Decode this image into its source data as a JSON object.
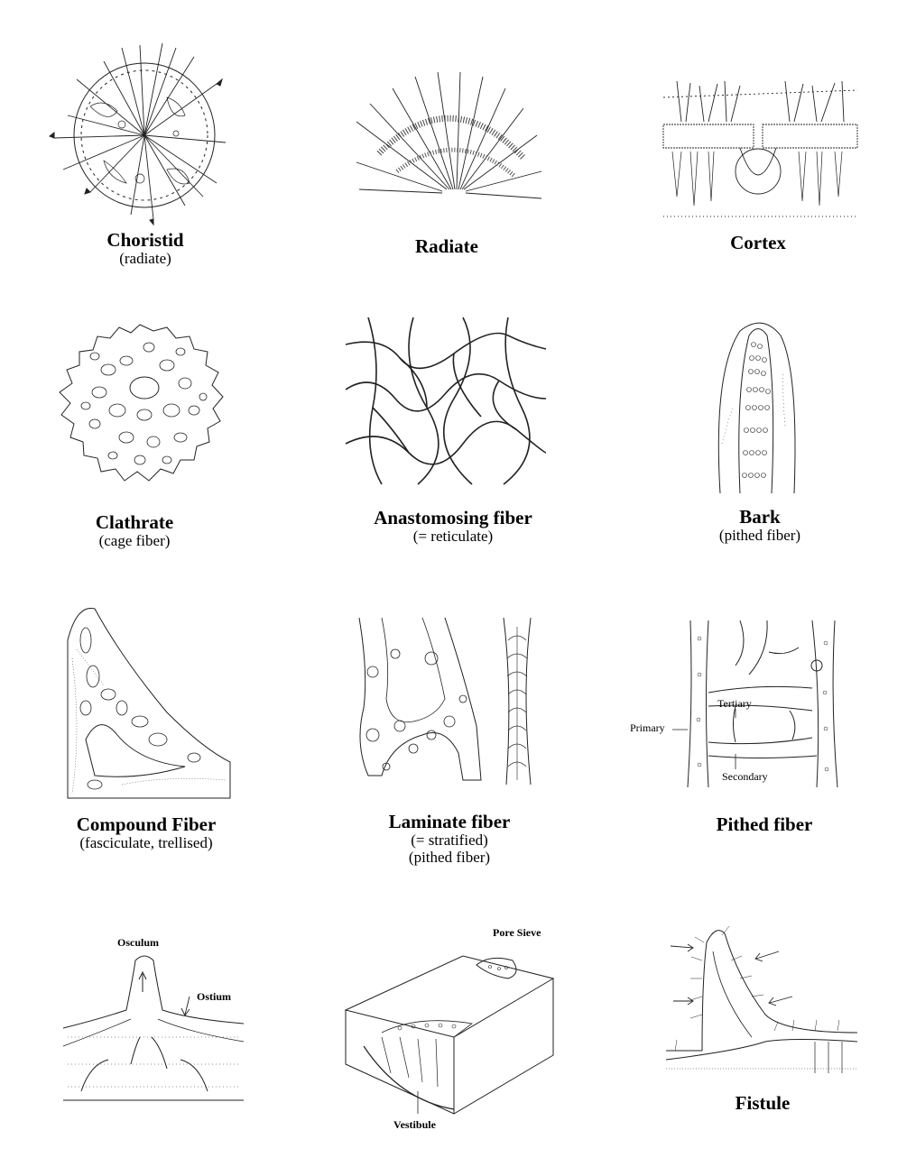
{
  "panels": {
    "choristid": {
      "title": "Choristid",
      "subtitle": "(radiate)"
    },
    "radiate": {
      "title": "Radiate"
    },
    "cortex": {
      "title": "Cortex"
    },
    "clathrate": {
      "title": "Clathrate",
      "subtitle": "(cage fiber)"
    },
    "anastomosing": {
      "title": "Anastomosing fiber",
      "subtitle": "(= reticulate)"
    },
    "bark": {
      "title": "Bark",
      "subtitle": "(pithed fiber)"
    },
    "compound": {
      "title": "Compound Fiber",
      "subtitle": "(fasciculate, trellised)"
    },
    "laminate": {
      "title": "Laminate fiber",
      "subtitle": "(= stratified)",
      "subtitle2": "(pithed fiber)"
    },
    "pithed": {
      "title": "Pithed fiber",
      "labels": {
        "primary": "Primary",
        "tertiary": "Tertiary",
        "secondary": "Secondary"
      }
    },
    "osculum": {
      "labels": {
        "osculum": "Osculum",
        "ostium": "Ostium"
      }
    },
    "poresieve": {
      "labels": {
        "pore_sieve": "Pore Sieve",
        "vestibule": "Vestibule"
      }
    },
    "fistule": {
      "title": "Fistule"
    }
  }
}
